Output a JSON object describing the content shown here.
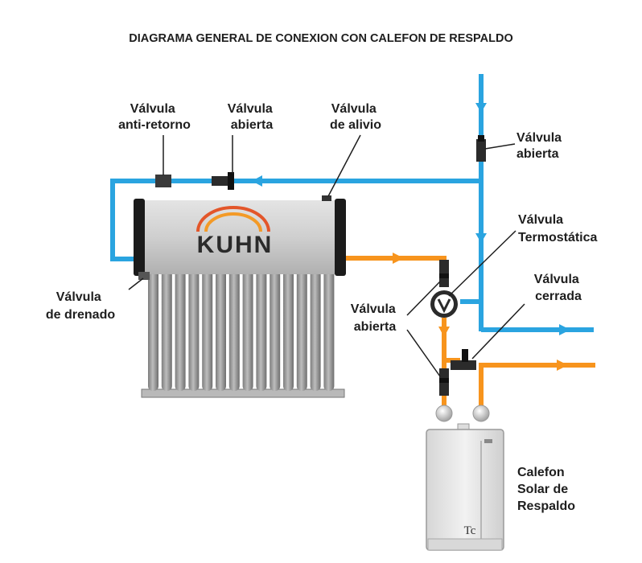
{
  "title": "DIAGRAMA GENERAL DE CONEXION CON CALEFON DE RESPALDO",
  "brand": "KUHN",
  "heater_mark": "Tc",
  "labels": {
    "anti_return": [
      "Válvula",
      "anti-retorno"
    ],
    "open_top": [
      "Válvula",
      "abierta"
    ],
    "relief": [
      "Válvula",
      "de alivio"
    ],
    "open_right": [
      "Válvula",
      "abierta"
    ],
    "thermostatic": [
      "Válvula",
      "Termostática"
    ],
    "closed": [
      "Válvula",
      "cerrada"
    ],
    "drain": [
      "Válvula",
      "de drenado"
    ],
    "open_lower": [
      "Válvula",
      "abierta"
    ],
    "backup_heater": [
      "Calefon",
      "Solar de",
      "Respaldo"
    ]
  },
  "colors": {
    "cold_water": "#2aa4e0",
    "hot_water": "#f7941d",
    "tank_body": "#c8c8c8",
    "valve": "#2b2b2b",
    "logo_arc_1": "#e3562a",
    "logo_arc_2": "#f39a27"
  }
}
